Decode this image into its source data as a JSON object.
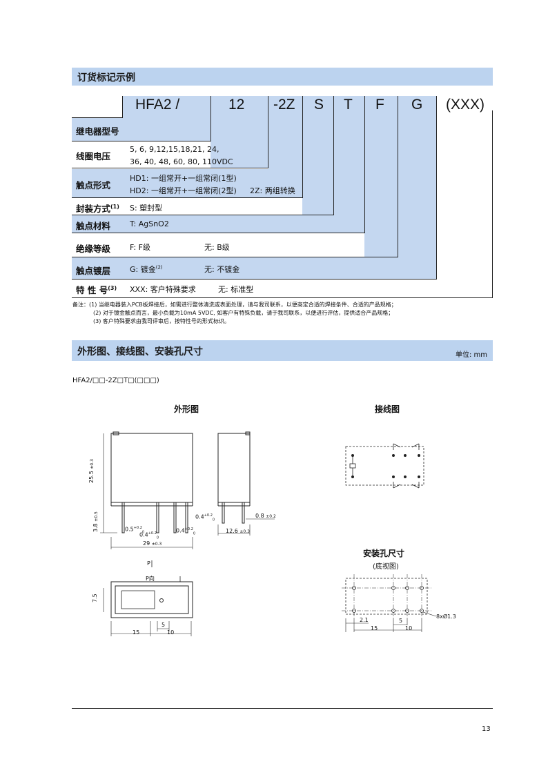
{
  "section1": {
    "title": "订货标记示例",
    "codes": [
      "HFA2 /",
      "12",
      "-2Z",
      "S",
      "T",
      "F",
      "G",
      "(XXX)"
    ],
    "rows": [
      {
        "label": "继电器型号",
        "lines": []
      },
      {
        "label": "线圈电压",
        "lines": [
          "5, 6, 9,12,15,18,21, 24,",
          "36, 40, 48, 60, 80, 110VDC"
        ]
      },
      {
        "label": "触点形式",
        "lines": [
          "HD1: 一组常开+一组常闭(1型)",
          "HD2: 一组常开+一组常闭(2型)",
          "2Z: 两组转换"
        ]
      },
      {
        "label": "封装方式",
        "label_sup": "(1)",
        "lines": [
          "S: 塑封型"
        ]
      },
      {
        "label": "触点材料",
        "lines": [
          "T: AgSnO2"
        ]
      },
      {
        "label": "绝缘等级",
        "lines": [
          "F: F级",
          "无: B级"
        ]
      },
      {
        "label": "触点镀层",
        "lines": [
          "G: 镀金",
          "(2)",
          "无: 不镀金"
        ]
      },
      {
        "label": "特 性 号",
        "label_sup": "(3)",
        "lines": [
          "XXX: 客户特殊要求",
          "无: 标准型"
        ]
      }
    ],
    "notes": [
      "备注：(1) 当继电器装入PCB板焊接后，如需进行整体清洗或表面处理，请与我司联系，以便商定合适的焊接条件、合适的产品规格；",
      "(2) 对于镀金触点而言，最小负载为10mA 5VDC, 如客户有特殊负载，请于我司联系，以便进行评估，提供适合产品规格；",
      "(3) 客户特殊要求由我司评审后，按特性号的形式标识。"
    ]
  },
  "section2": {
    "title": "外形图、接线图、安装孔尺寸",
    "unit": "单位: mm",
    "model": "HFA2/□□-2Z□T□(□□□)",
    "outline_title": "外形图",
    "wiring_title": "接线图",
    "holes_title": "安装孔尺寸",
    "holes_subtitle": "(底视图)",
    "dims": {
      "height": "25.5",
      "height_tol": "±0.3",
      "pin_len": "3.8",
      "pin_len_tol": "±0.5",
      "d1": "0.5",
      "d2": "0.4",
      "d3": "0.4",
      "d4": "0.4",
      "tol_plus": "+0.2",
      "tol_zero": "0",
      "width": "29",
      "width_tol": "±0.3",
      "side_pin": "0.8",
      "side_pin_tol": "±0.2",
      "depth": "12.6",
      "depth_tol": "±0.3",
      "p_label": "P",
      "p_dir": "P向",
      "row_spacing": "7.5",
      "s5": "5",
      "s15": "15",
      "s10": "10",
      "h21": "2.1",
      "h5": "5",
      "h15": "15",
      "h10": "10",
      "holes": "8xØ1.3"
    }
  },
  "footer": {
    "page": "13"
  }
}
